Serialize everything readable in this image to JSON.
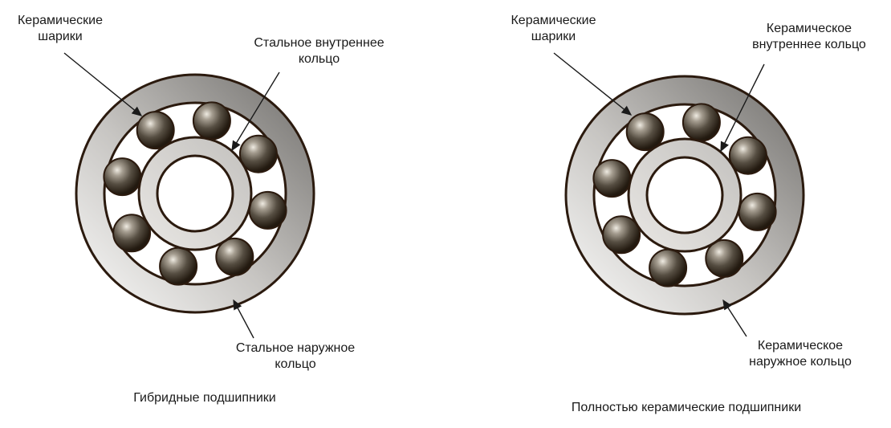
{
  "figure": {
    "background": "#ffffff",
    "panels": [
      {
        "id": "hybrid",
        "caption": "Гибридные подшипники",
        "labels": {
          "balls": "Керамические шарики",
          "inner_ring": "Стальное внутреннее кольцо",
          "outer_ring": "Стальное наружное кольцо"
        },
        "balls_count": 8
      },
      {
        "id": "full-ceramic",
        "caption": "Полностью керамические подшипники",
        "labels": {
          "balls": "Керамические шарики",
          "inner_ring": "Керамическое внутреннее кольцо",
          "outer_ring": "Керамическое наружное кольцо"
        },
        "balls_count": 8
      }
    ],
    "colors": {
      "outline": "#2b1a0e",
      "ball_dark": "#140d06",
      "ball_highlight": "#efebe2",
      "outer_ring_light": "#fafafa",
      "outer_ring_dark": "#6f6d6a",
      "inner_ring_light": "#e9e7e4",
      "inner_ring_dark": "#c2c0bd",
      "arrow": "#1a1a1a",
      "text": "#1a1a1a"
    }
  }
}
